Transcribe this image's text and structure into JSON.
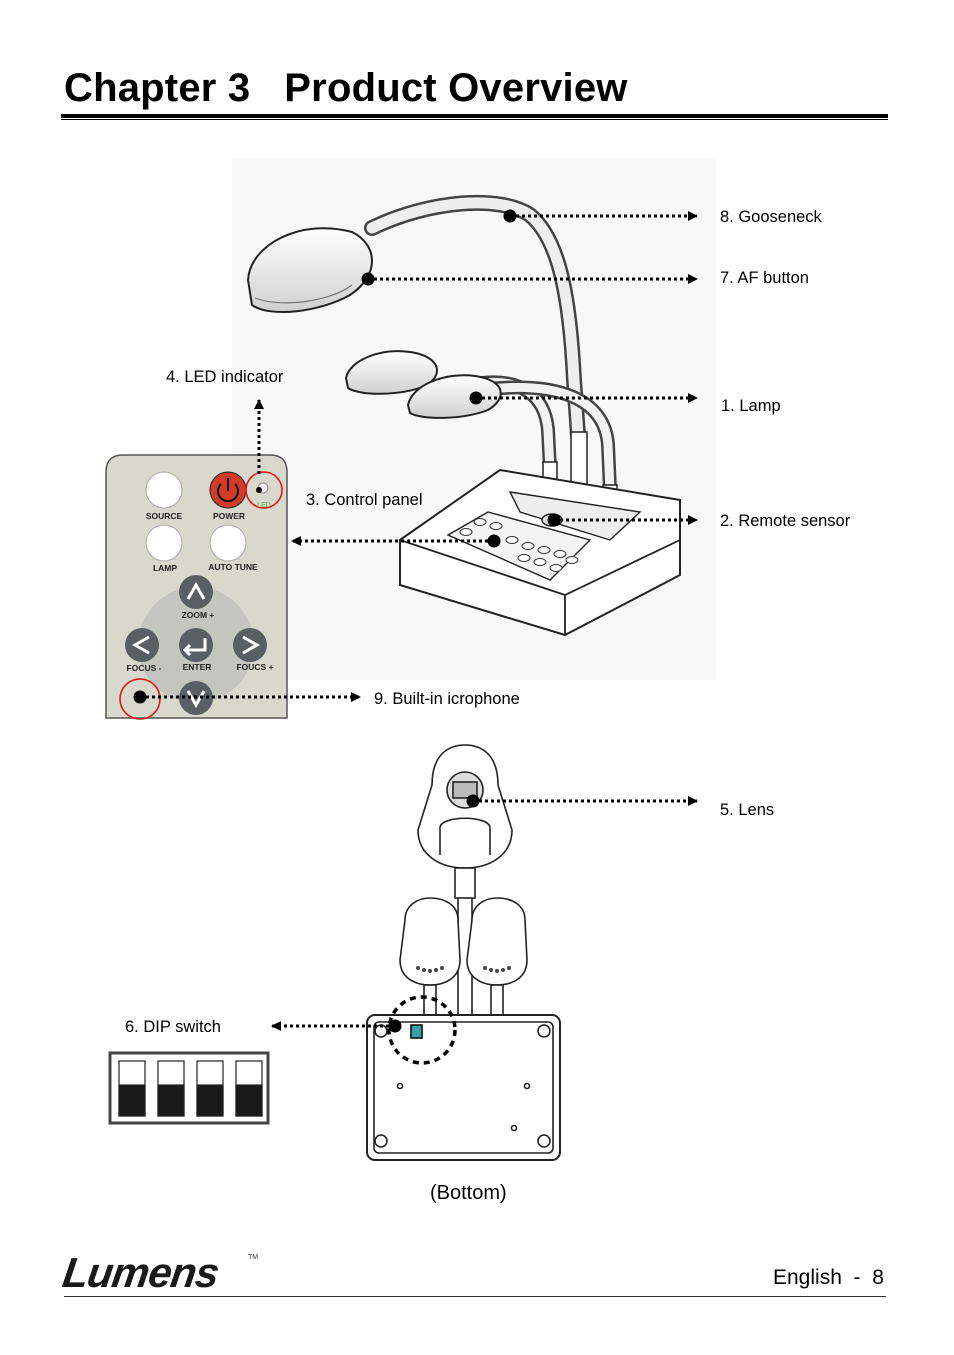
{
  "header": {
    "chapter": "Chapter 3",
    "title": "Product Overview"
  },
  "labels": {
    "gooseneck": "8. Gooseneck",
    "af_button": "7. AF button",
    "led_indicator": "4. LED indicator",
    "lamp": "1. Lamp",
    "control_panel": "3. Control panel",
    "remote_sensor": "2. Remote sensor",
    "microphone": "9. Built-in icrophone",
    "lens": "5. Lens",
    "dip_switch": "6. DIP switch"
  },
  "remote": {
    "source": "SOURCE",
    "power": "POWER",
    "led": "LED",
    "lamp": "LAMP",
    "auto_tune": "AUTO TUNE",
    "zoom_plus": "ZOOM +",
    "focus_minus": "FOCUS -",
    "enter": "ENTER",
    "focus_plus": "FOUCS +"
  },
  "bottom_caption": "(Bottom)",
  "footer": {
    "logo": "Lumens",
    "trademark": "TM",
    "page": "English  -  8"
  },
  "colors": {
    "power_button": "#d23a2a",
    "highlight_circle": "#e01818",
    "remote_body": "#d8d8cc",
    "nav_button": "#5a5f66",
    "dip_switch_dark": "#1a1a1a"
  }
}
